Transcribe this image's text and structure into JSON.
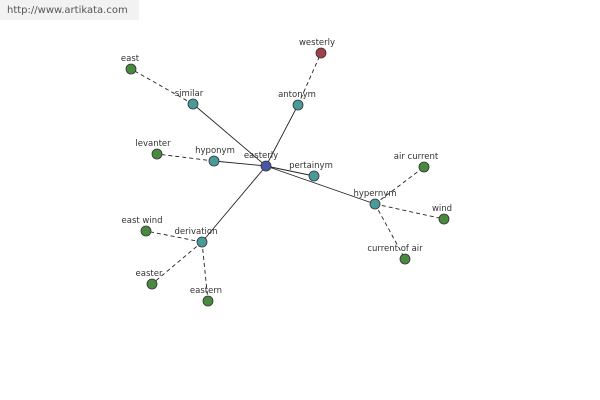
{
  "watermark": "http://www.artikata.com",
  "colors": {
    "center": "#4a57a8",
    "relation": "#4a9a9a",
    "word": "#4a8a40",
    "antonym_word": "#a04048"
  },
  "nodes": [
    {
      "id": "easterly",
      "label": "easterly",
      "kind": "center"
    },
    {
      "id": "similar",
      "label": "similar",
      "kind": "relation"
    },
    {
      "id": "antonym",
      "label": "antonym",
      "kind": "relation"
    },
    {
      "id": "hyponym",
      "label": "hyponym",
      "kind": "relation"
    },
    {
      "id": "pertainym",
      "label": "pertainym",
      "kind": "relation"
    },
    {
      "id": "hypernym",
      "label": "hypernym",
      "kind": "relation"
    },
    {
      "id": "derivation",
      "label": "derivation",
      "kind": "relation"
    },
    {
      "id": "east",
      "label": "east",
      "kind": "word"
    },
    {
      "id": "westerly",
      "label": "westerly",
      "kind": "antonym_word"
    },
    {
      "id": "levanter",
      "label": "levanter",
      "kind": "word"
    },
    {
      "id": "air_current",
      "label": "air current",
      "kind": "word"
    },
    {
      "id": "wind",
      "label": "wind",
      "kind": "word"
    },
    {
      "id": "current_of_air",
      "label": "current of air",
      "kind": "word"
    },
    {
      "id": "east_wind",
      "label": "east wind",
      "kind": "word"
    },
    {
      "id": "easter",
      "label": "easter",
      "kind": "word"
    },
    {
      "id": "eastern",
      "label": "eastern",
      "kind": "word"
    }
  ],
  "edges": [
    {
      "from": "easterly",
      "to": "similar",
      "style": "solid"
    },
    {
      "from": "easterly",
      "to": "antonym",
      "style": "solid"
    },
    {
      "from": "easterly",
      "to": "hyponym",
      "style": "solid"
    },
    {
      "from": "easterly",
      "to": "pertainym",
      "style": "solid"
    },
    {
      "from": "easterly",
      "to": "hypernym",
      "style": "solid"
    },
    {
      "from": "easterly",
      "to": "derivation",
      "style": "solid"
    },
    {
      "from": "similar",
      "to": "east",
      "style": "dashed"
    },
    {
      "from": "antonym",
      "to": "westerly",
      "style": "dashed"
    },
    {
      "from": "hyponym",
      "to": "levanter",
      "style": "dashed"
    },
    {
      "from": "hypernym",
      "to": "air_current",
      "style": "dashed"
    },
    {
      "from": "hypernym",
      "to": "wind",
      "style": "dashed"
    },
    {
      "from": "hypernym",
      "to": "current_of_air",
      "style": "dashed"
    },
    {
      "from": "derivation",
      "to": "east_wind",
      "style": "dashed"
    },
    {
      "from": "derivation",
      "to": "easter",
      "style": "dashed"
    },
    {
      "from": "derivation",
      "to": "eastern",
      "style": "dashed"
    }
  ]
}
